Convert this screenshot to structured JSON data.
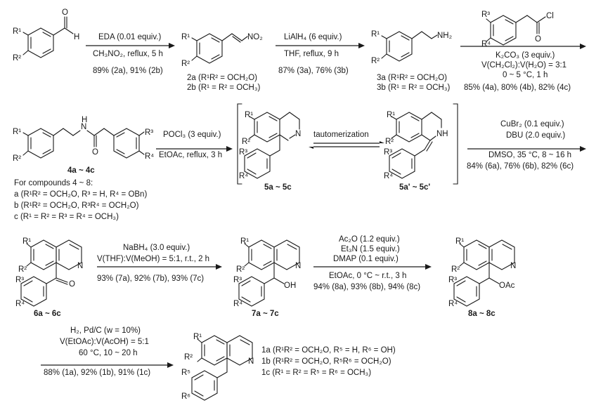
{
  "step1": {
    "reagent": "EDA (0.01 equiv.)",
    "solvent": "CH₃NO₂, reflux, 5 h",
    "yield": "89% (2a), 91% (2b)"
  },
  "step2": {
    "reagent": "LiAlH₄ (6 equiv.)",
    "solvent": "THF, reflux, 9 h",
    "yield": "87% (3a), 76% (3b)"
  },
  "step3": {
    "base": "K₂CO₃ (3 equiv.)",
    "solvent": "V(CH₂Cl₂):V(H₂O) = 3:1",
    "temp": "0 ~ 5 °C, 1 h",
    "yield": "85% (4a), 80% (4b), 82% (4c)"
  },
  "step4": {
    "reagent": "POCl₃ (3 equiv.)",
    "solvent": "EtOAc, reflux, 3 h"
  },
  "tautomer": "tautomerization",
  "step5": {
    "catalyst": "CuBr₂ (0.1 equiv.)",
    "base": "DBU (2.0 equiv.)",
    "solvent": "DMSO, 35 °C, 8 ~ 16 h",
    "yield": "84% (6a), 76% (6b), 82% (6c)"
  },
  "step6": {
    "reagent": "NaBH₄ (3.0 equiv.)",
    "solvent": "V(THF):V(MeOH) = 5:1, r.t., 2 h",
    "yield": "93% (7a), 92% (7b), 93% (7c)"
  },
  "step7": {
    "r1": "Ac₂O (1.2 equiv.)",
    "r2": "Et₃N (1.5 equiv.)",
    "r3": "DMAP (0.1 equiv.)",
    "solvent": "EtOAc, 0 °C ~ r.t., 3 h",
    "yield": "94% (8a), 93% (8b), 94% (8c)"
  },
  "step8": {
    "reagent": "H₂, Pd/C (w = 10%)",
    "solvent": "V(EtOAc):V(AcOH) = 5:1",
    "temp": "60 °C, 10 ~ 20 h",
    "yield": "88% (1a), 92% (1b), 91% (1c)"
  },
  "compounds": {
    "c2a": "2a (R¹R² = OCH₂O)",
    "c2b": "2b (R¹ = R² = OCH₃)",
    "c3a": "3a (R¹R² = OCH₂O)",
    "c3b": "3b (R¹ = R² = OCH₃)",
    "c4": "4a ~ 4c",
    "c5": "5a ~ 5c",
    "c5p": "5a' ~ 5c'",
    "c6": "6a ~ 6c",
    "c7": "7a ~ 7c",
    "c8": "8a ~ 8c"
  },
  "legend4_8": {
    "head": "For compounds 4 ~ 8:",
    "a": "a (R¹R² = OCH₂O, R³ = H, R⁴ = OBn)",
    "b": "b (R¹R² = OCH₂O, R³R⁴ = OCH₂O)",
    "c": "c (R¹ = R² = R³ = R⁴ = OCH₃)"
  },
  "legend1": {
    "a": "1a (R¹R² = OCH₂O, R⁵ = H, R⁶ = OH)",
    "b": "1b (R¹R² = OCH₂O, R⁵R⁶ = OCH₂O)",
    "c": "1c (R¹ = R² = R⁵ = R⁶ = OCH₃)"
  },
  "atoms": {
    "R1": "R¹",
    "R2": "R²",
    "R3": "R³",
    "R4": "R⁴",
    "R5": "R⁵",
    "R6": "R⁶",
    "O": "O",
    "H": "H",
    "NO2": "NO₂",
    "NH2": "NH₂",
    "Cl": "Cl",
    "N": "N",
    "NH": "NH",
    "OH": "OH",
    "OAc": "OAc"
  }
}
